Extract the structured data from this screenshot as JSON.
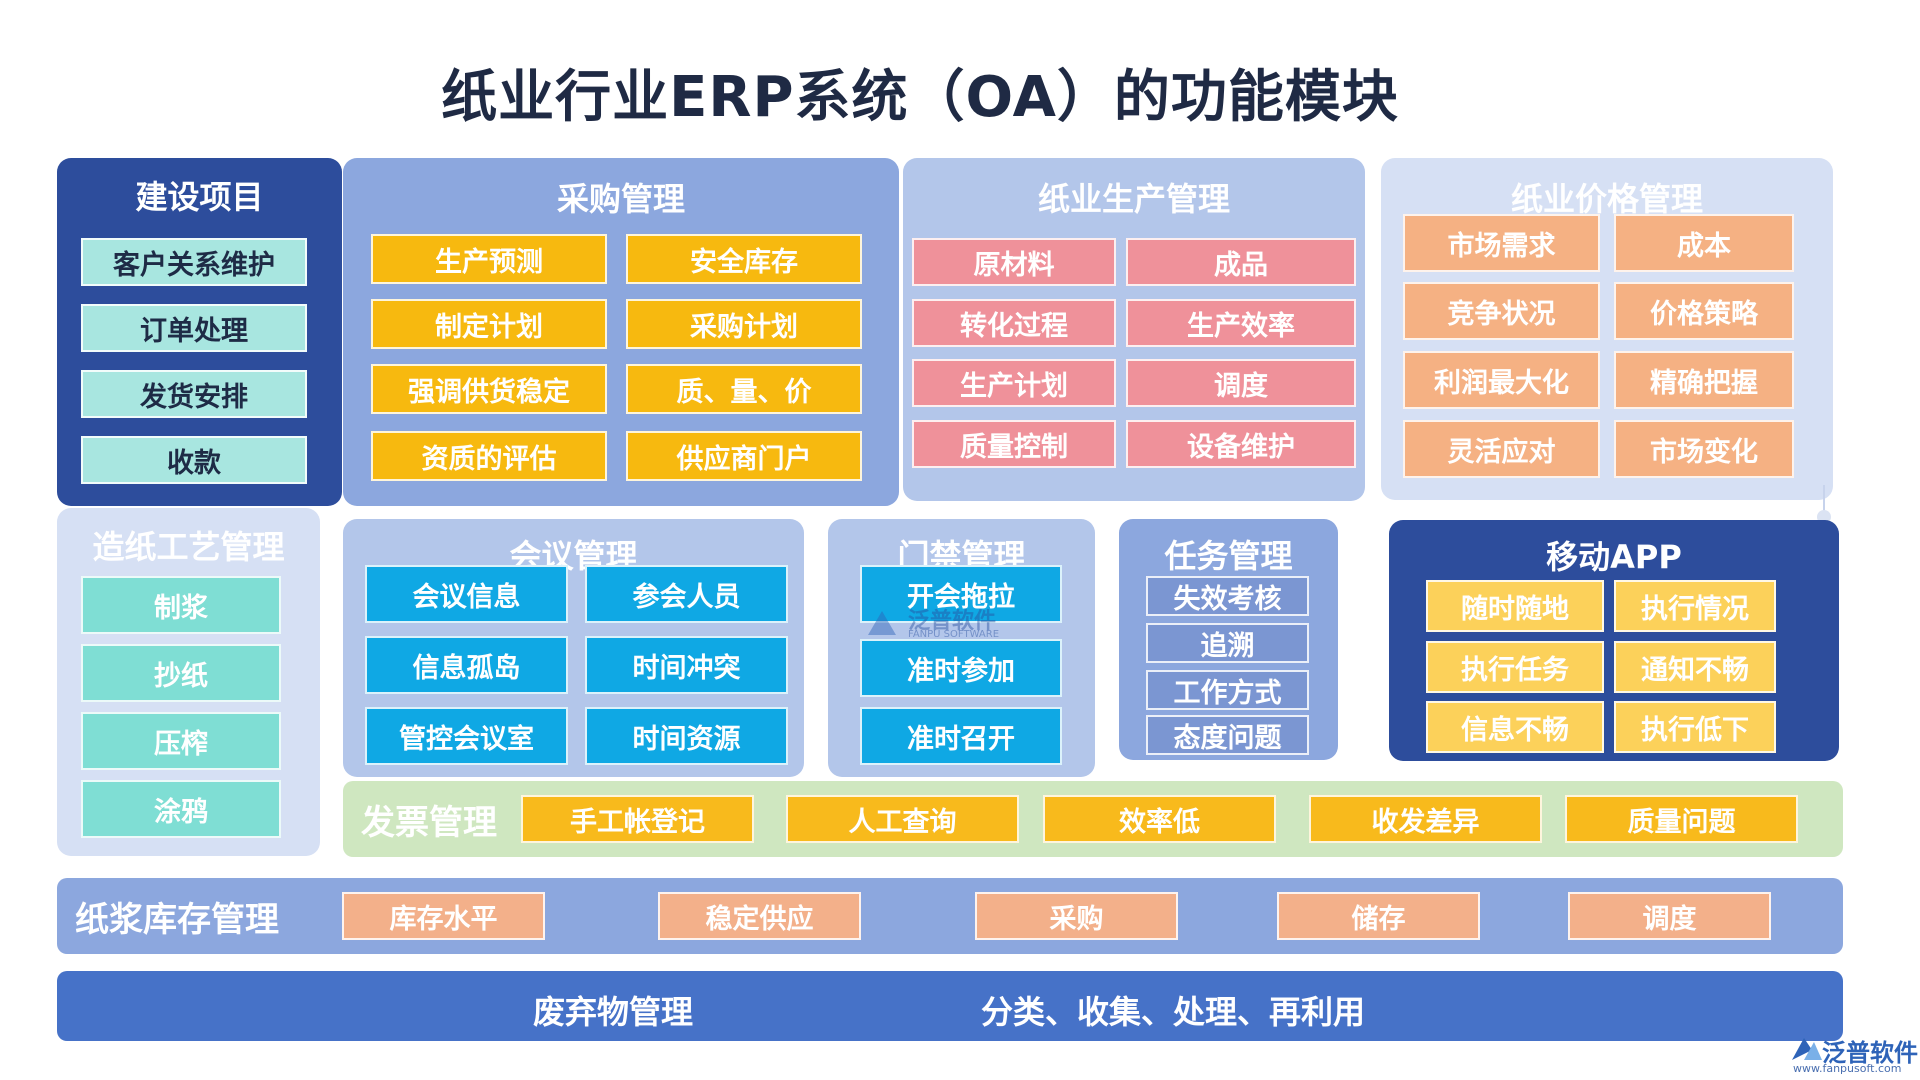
{
  "title": "纸业行业ERP系统（OA）的功能模块",
  "modules": {
    "build": {
      "title": "建设项目",
      "items": [
        "客户关系维护",
        "订单处理",
        "发货安排",
        "收款"
      ]
    },
    "purchase": {
      "title": "采购管理",
      "items": [
        "生产预测",
        "安全库存",
        "制定计划",
        "采购计划",
        "强调供货稳定",
        "质、量、价",
        "资质的评估",
        "供应商门户"
      ]
    },
    "production": {
      "title": "纸业生产管理",
      "items": [
        "原材料",
        "成品",
        "转化过程",
        "生产效率",
        "生产计划",
        "调度",
        "质量控制",
        "设备维护"
      ]
    },
    "price": {
      "title": "纸业价格管理",
      "items": [
        "市场需求",
        "成本",
        "竞争状况",
        "价格策略",
        "利润最大化",
        "精确把握",
        "灵活应对",
        "市场变化"
      ]
    },
    "craft": {
      "title": "造纸工艺管理",
      "items": [
        "制浆",
        "抄纸",
        "压榨",
        "涂鸦"
      ]
    },
    "meeting": {
      "title": "会议管理",
      "items": [
        "会议信息",
        "参会人员",
        "信息孤岛",
        "时间冲突",
        "管控会议室",
        "时间资源"
      ]
    },
    "access": {
      "title": "门禁管理",
      "items": [
        "开会拖拉",
        "准时参加",
        "准时召开"
      ]
    },
    "task": {
      "title": "任务管理",
      "items": [
        "失效考核",
        "追溯",
        "工作方式",
        "态度问题"
      ]
    },
    "app": {
      "title": "移动APP",
      "items": [
        "随时随地",
        "执行情况",
        "执行任务",
        "通知不畅",
        "信息不畅",
        "执行低下"
      ]
    },
    "invoice": {
      "title": "发票管理",
      "items": [
        "手工帐登记",
        "人工查询",
        "效率低",
        "收发差异",
        "质量问题"
      ]
    },
    "pulp": {
      "title": "纸浆库存管理",
      "items": [
        "库存水平",
        "稳定供应",
        "采购",
        "储存",
        "调度"
      ]
    },
    "waste": {
      "title": "废弃物管理",
      "desc": "分类、收集、处理、再利用"
    }
  },
  "watermark": {
    "name": "泛普软件",
    "sub": "FANPU SOFTWARE"
  },
  "logo": {
    "name": "泛普软件",
    "url": "www.fanpusoft.com"
  },
  "colors": {
    "dark_navy": "#2d4d9c",
    "panel_blue": "#8ca7de",
    "panel_light": "#b3c6ea",
    "panel_pale": "#d6e0f4",
    "invoice_green": "#cfe7c0",
    "waste_blue": "#4672c8"
  }
}
